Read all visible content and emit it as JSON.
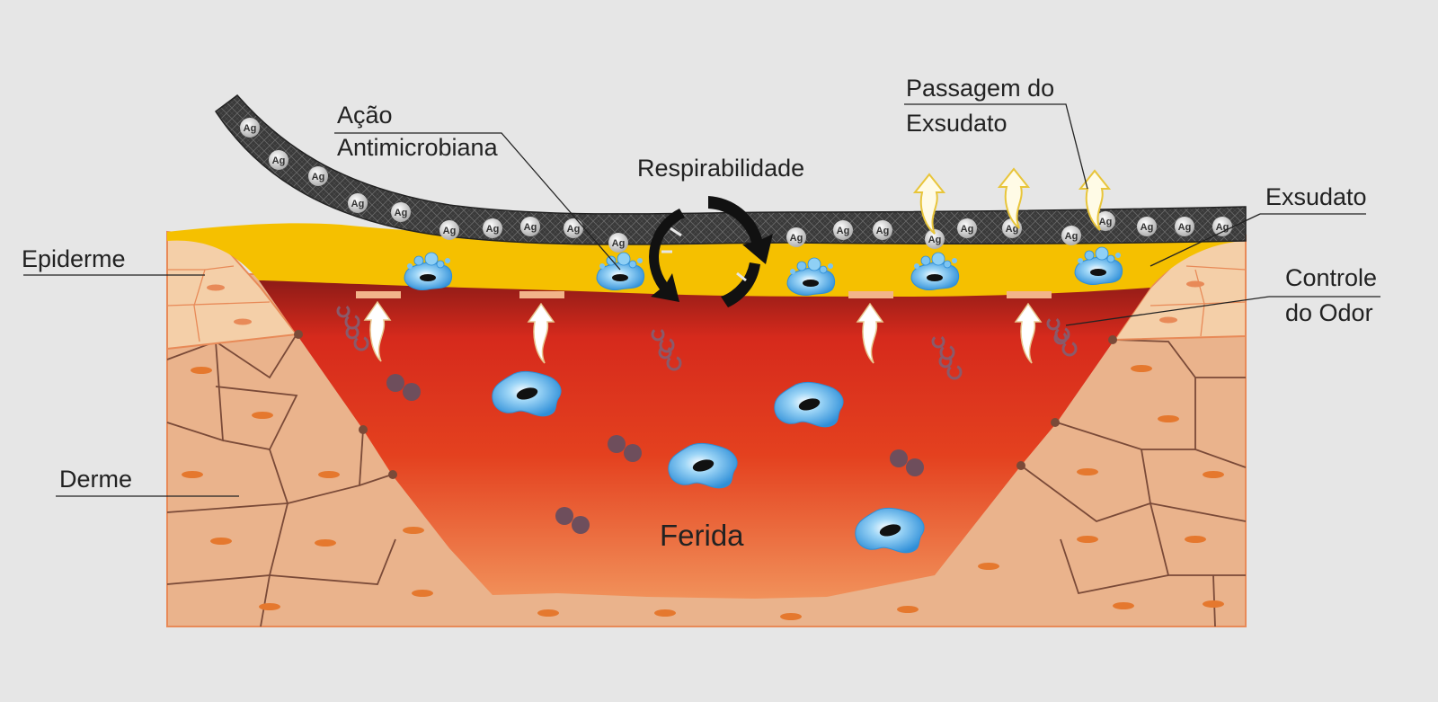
{
  "labels": {
    "acao_line1": "Ação",
    "acao_line2": "Antimicrobiana",
    "passagem_line1": "Passagem do",
    "passagem_line2": "Exsudato",
    "respirabilidade": "Respirabilidade",
    "exsudato": "Exsudato",
    "epiderme": "Epiderme",
    "controle_line1": "Controle",
    "controle_line2": "do Odor",
    "derme": "Derme",
    "ferida": "Ferida"
  },
  "silver_particle_label": "Ag",
  "colors": {
    "background": "#e6e6e6",
    "dressing": "#3a3a3a",
    "exudate_yellow": "#f5c000",
    "wound_dark": "#8e1b17",
    "wound_mid": "#d62a1c",
    "wound_light": "#f08a52",
    "skin_dermis": "#eab38c",
    "skin_epidermis": "#f4cfa8",
    "cell_blue": "#3d9ee0"
  }
}
